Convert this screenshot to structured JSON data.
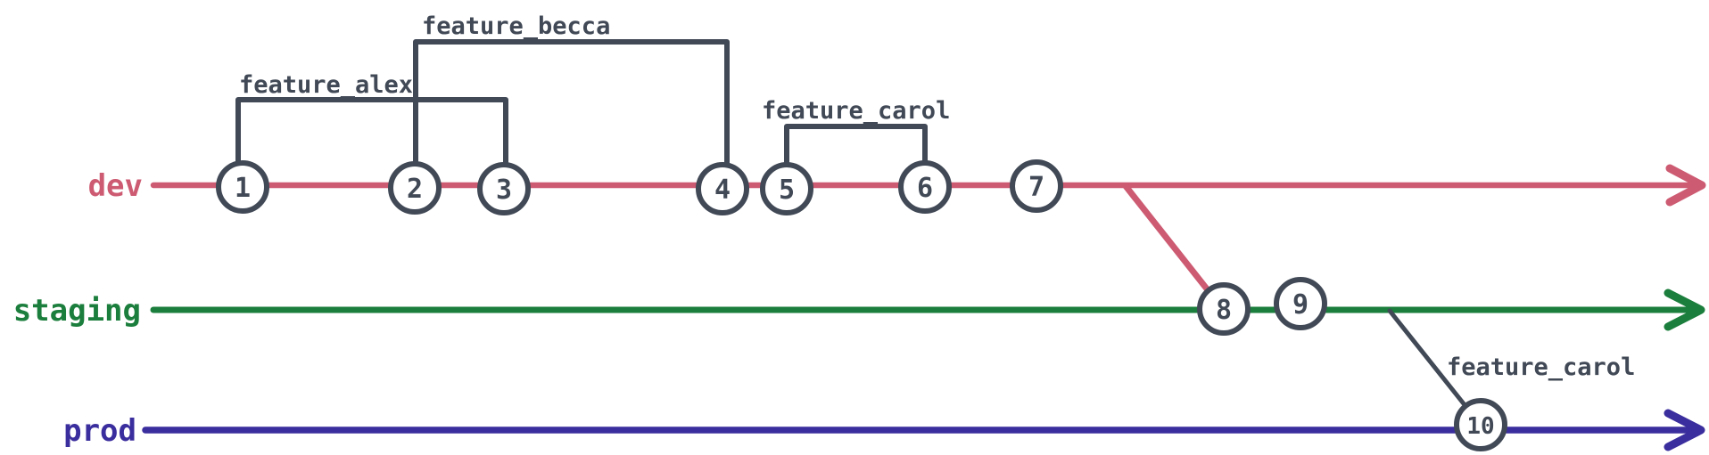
{
  "ink_color": "#414956",
  "branches": [
    {
      "name": "dev",
      "color": "#cd5b72"
    },
    {
      "name": "staging",
      "color": "#1b7e3c"
    },
    {
      "name": "prod",
      "color": "#3a2d9d"
    }
  ],
  "commits": [
    {
      "id": "1",
      "branch": "dev"
    },
    {
      "id": "2",
      "branch": "dev"
    },
    {
      "id": "3",
      "branch": "dev"
    },
    {
      "id": "4",
      "branch": "dev"
    },
    {
      "id": "5",
      "branch": "dev"
    },
    {
      "id": "6",
      "branch": "dev"
    },
    {
      "id": "7",
      "branch": "dev"
    },
    {
      "id": "8",
      "branch": "staging"
    },
    {
      "id": "9",
      "branch": "staging"
    },
    {
      "id": "10",
      "branch": "prod"
    }
  ],
  "features": [
    {
      "label": "feature_alex",
      "from_commit": "1",
      "to_commit": "3"
    },
    {
      "label": "feature_becca",
      "from_commit": "2",
      "to_commit": "4"
    },
    {
      "label": "feature_carol",
      "from_commit": "5",
      "to_commit": "6"
    },
    {
      "label": "feature_carol",
      "from_branch": "staging",
      "to_commit": "10"
    }
  ]
}
